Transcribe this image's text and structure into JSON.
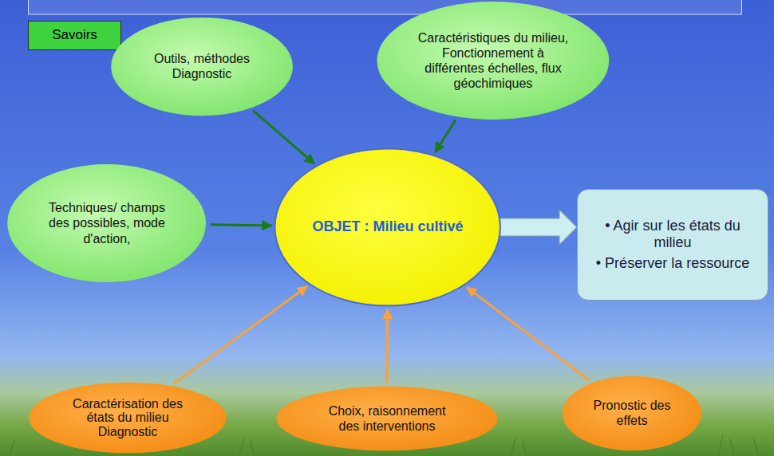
{
  "diagram": {
    "nodes": [
      {
        "text": [
          "Savoirs"
        ]
      },
      {
        "text": [
          "Outils, méthodes Diagnostic"
        ]
      },
      {
        "text": [
          "Caractéristiques du milieu, Fonctionnement à différentes échelles, flux géochimiques"
        ]
      },
      {
        "text": [
          "Techniques/ champs des possibles, mode d'action,"
        ]
      },
      {
        "text": [
          "OBJET : Milieu cultivé"
        ]
      },
      {
        "text": [
          "• Agir sur les états du milieu",
          "• Préserver la ressource"
        ]
      },
      {
        "text": [
          "Caractérisation des états du milieu Diagnostic"
        ]
      },
      {
        "text": [
          "Choix, raisonnement des interventions"
        ]
      },
      {
        "text": [
          "Pronostic des effets"
        ]
      }
    ],
    "edges": [
      {
        "from": 1,
        "to": 4,
        "arrow": "to"
      },
      {
        "from": 2,
        "to": 4,
        "arrow": "to"
      },
      {
        "from": 3,
        "to": 4,
        "arrow": "to"
      },
      {
        "from": 4,
        "to": 5,
        "arrow": "to"
      },
      {
        "from": 6,
        "to": 4,
        "arrow": "to"
      },
      {
        "from": 7,
        "to": 4,
        "arrow": "to"
      },
      {
        "from": 8,
        "to": 4,
        "arrow": "to"
      }
    ]
  }
}
